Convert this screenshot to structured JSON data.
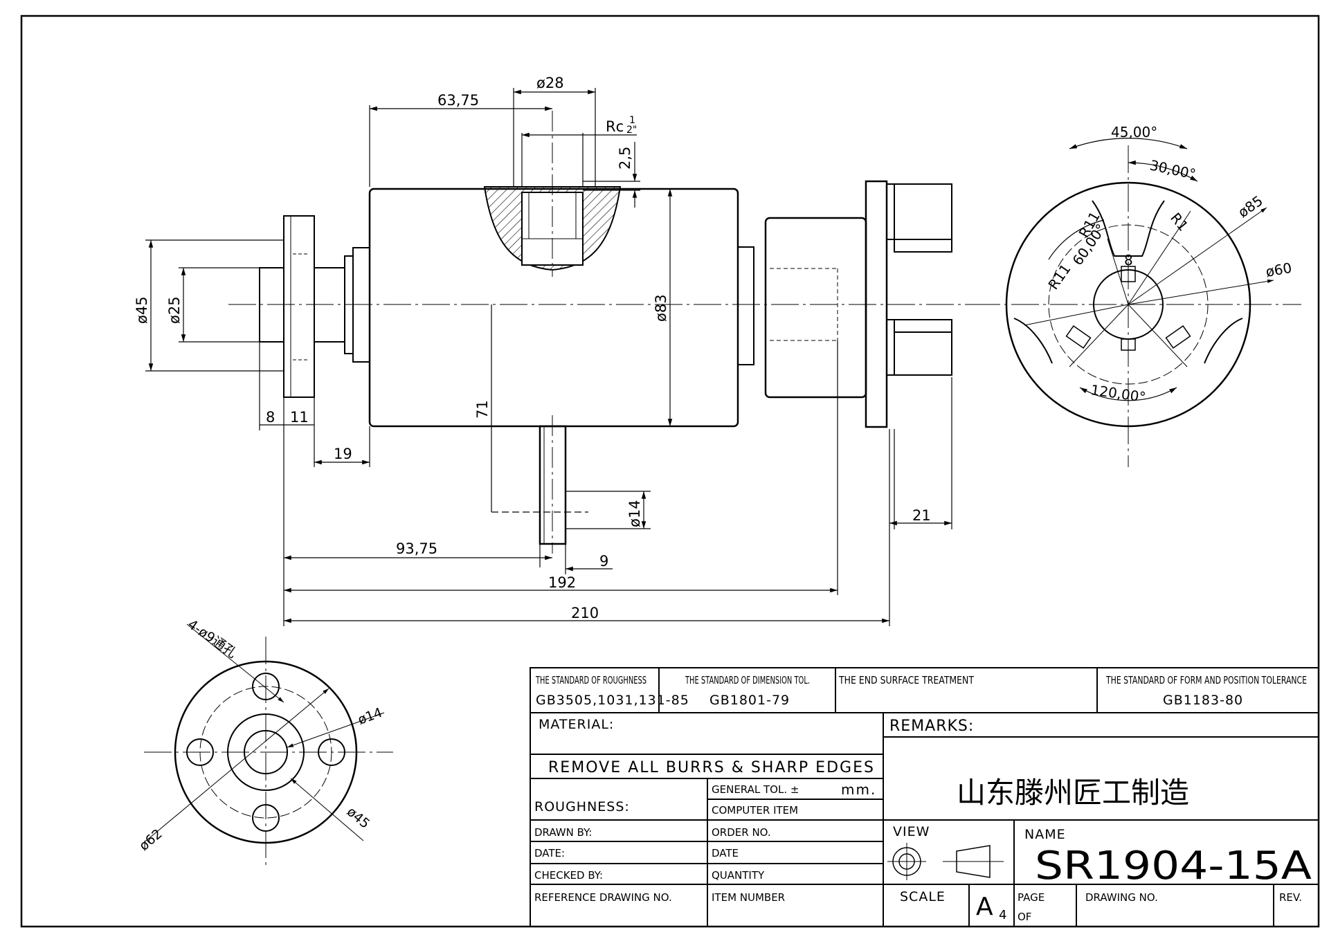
{
  "part_view": {
    "dims": {
      "d28": "ø28",
      "d63_75": "63,75",
      "rc": "Rc",
      "rc_frac": "1",
      "rc_frac2": "2\"",
      "d2_5": "2,5",
      "d45": "ø45",
      "d25": "ø25",
      "d83": "ø83",
      "d71": "71",
      "d14": "ø14",
      "d8": "8",
      "d11": "11",
      "d19": "19",
      "d93_75": "93,75",
      "d9": "9",
      "d192": "192",
      "d210": "210",
      "d21": "21"
    }
  },
  "end_view": {
    "dims": {
      "a45": "45,00°",
      "a30": "30,00°",
      "r11a": "R11",
      "r11b": "R11",
      "r1": "R1",
      "a60": "60,00°",
      "d8": "8",
      "d85": "ø85",
      "d60": "ø60",
      "a120": "120,00°"
    }
  },
  "flange_view": {
    "dims": {
      "holes": "4-ø9通孔",
      "d14": "ø14",
      "d62": "ø62",
      "d45": "ø45"
    }
  },
  "title_block": {
    "roughness_std_label": "THE STANDARD OF ROUGHNESS",
    "roughness_std_value": "GB3505,1031,131-85",
    "dim_tol_label": "THE STANDARD OF DIMENSION TOL.",
    "dim_tol_value": "GB1801-79",
    "end_surface_label": "THE END SURFACE TREATMENT",
    "form_tol_label": "THE STANDARD OF FORM AND POSITION TOLERANCE",
    "form_tol_value": "GB1183-80",
    "material_label": "MATERIAL:",
    "remarks_label": "REMARKS:",
    "burrs_note": "REMOVE ALL BURRS & SHARP EDGES",
    "general_tol": "GENERAL TOL. ±",
    "mm": "mm.",
    "computer_item": "COMPUTER ITEM",
    "roughness_label": "ROUGHNESS:",
    "company": "山东滕州匠工制造",
    "drawn_by": "DRAWN BY:",
    "order_no": "ORDER NO.",
    "date_label": "DATE:",
    "date2": "DATE",
    "checked_by": "CHECKED BY:",
    "quantity": "QUANTITY",
    "reference": "REFERENCE DRAWING NO.",
    "item_number": "ITEM NUMBER",
    "view_label": "VIEW",
    "name_label": "NAME",
    "part_name": "SR1904-15A",
    "scale_label": "SCALE",
    "paper": "A",
    "paper_sub": "4",
    "page_label": "PAGE",
    "of_label": "OF",
    "drawing_no": "DRAWING NO.",
    "rev": "REV."
  }
}
